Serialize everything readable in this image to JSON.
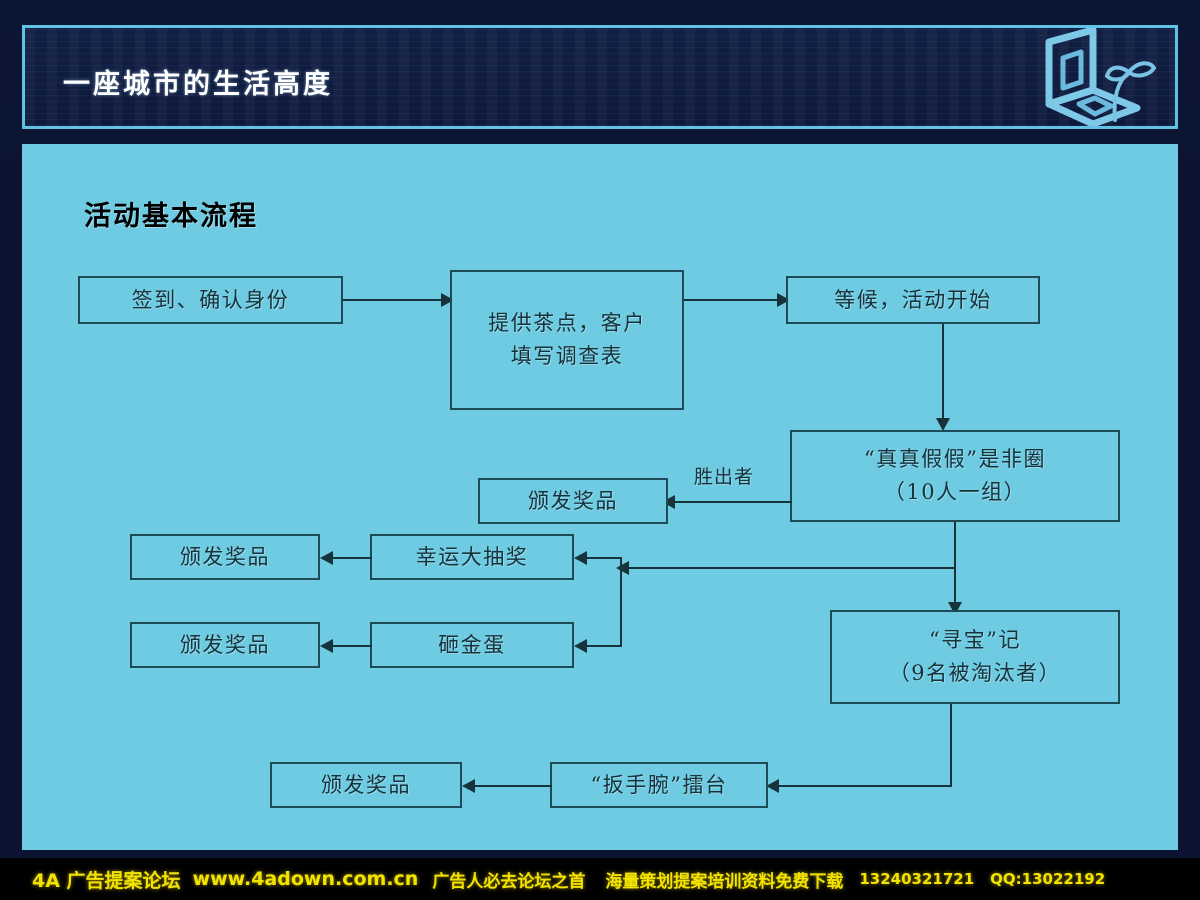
{
  "header": {
    "title": "一座城市的生活高度",
    "logo_name": "building-leaf-logo"
  },
  "panel": {
    "section_title": "活动基本流程"
  },
  "flow": {
    "nodes": [
      {
        "id": "signin",
        "lines": [
          "签到、确认身份"
        ]
      },
      {
        "id": "tea",
        "lines": [
          "提供茶点，客户",
          "填写调查表"
        ]
      },
      {
        "id": "wait",
        "lines": [
          "等候，活动开始"
        ]
      },
      {
        "id": "truefalse",
        "lines": [
          "“真真假假”是非圈",
          "（10人一组）"
        ]
      },
      {
        "id": "prize-win",
        "lines": [
          "颁发奖品"
        ]
      },
      {
        "id": "lottery",
        "lines": [
          "幸运大抽奖"
        ]
      },
      {
        "id": "prize-lottery",
        "lines": [
          "颁发奖品"
        ]
      },
      {
        "id": "goldegg",
        "lines": [
          "砸金蛋"
        ]
      },
      {
        "id": "prize-goldegg",
        "lines": [
          "颁发奖品"
        ]
      },
      {
        "id": "treasure",
        "lines": [
          "“寻宝”记",
          "（9名被淘汰者）"
        ]
      },
      {
        "id": "armwrestle",
        "lines": [
          "“扳手腕”擂台"
        ]
      },
      {
        "id": "prize-arm",
        "lines": [
          "颁发奖品"
        ]
      }
    ],
    "edge_labels": {
      "winner": "胜出者"
    }
  },
  "footer": {
    "brand": "4A 广告提案论坛",
    "url": "www.4adown.com.cn",
    "tagline": "广告人必去论坛之首",
    "promo": "海量策划提案培训资料免费下载",
    "phone": "13240321721",
    "qq": "QQ:13022192"
  },
  "colors": {
    "slide_bg": "#0b1533",
    "header_border": "#5fc3e4",
    "panel_bg": "#6ecbe2",
    "box_border": "#1d4a57",
    "connector": "#16333c",
    "footer_bg": "#000000",
    "footer_text": "#f2e300"
  }
}
